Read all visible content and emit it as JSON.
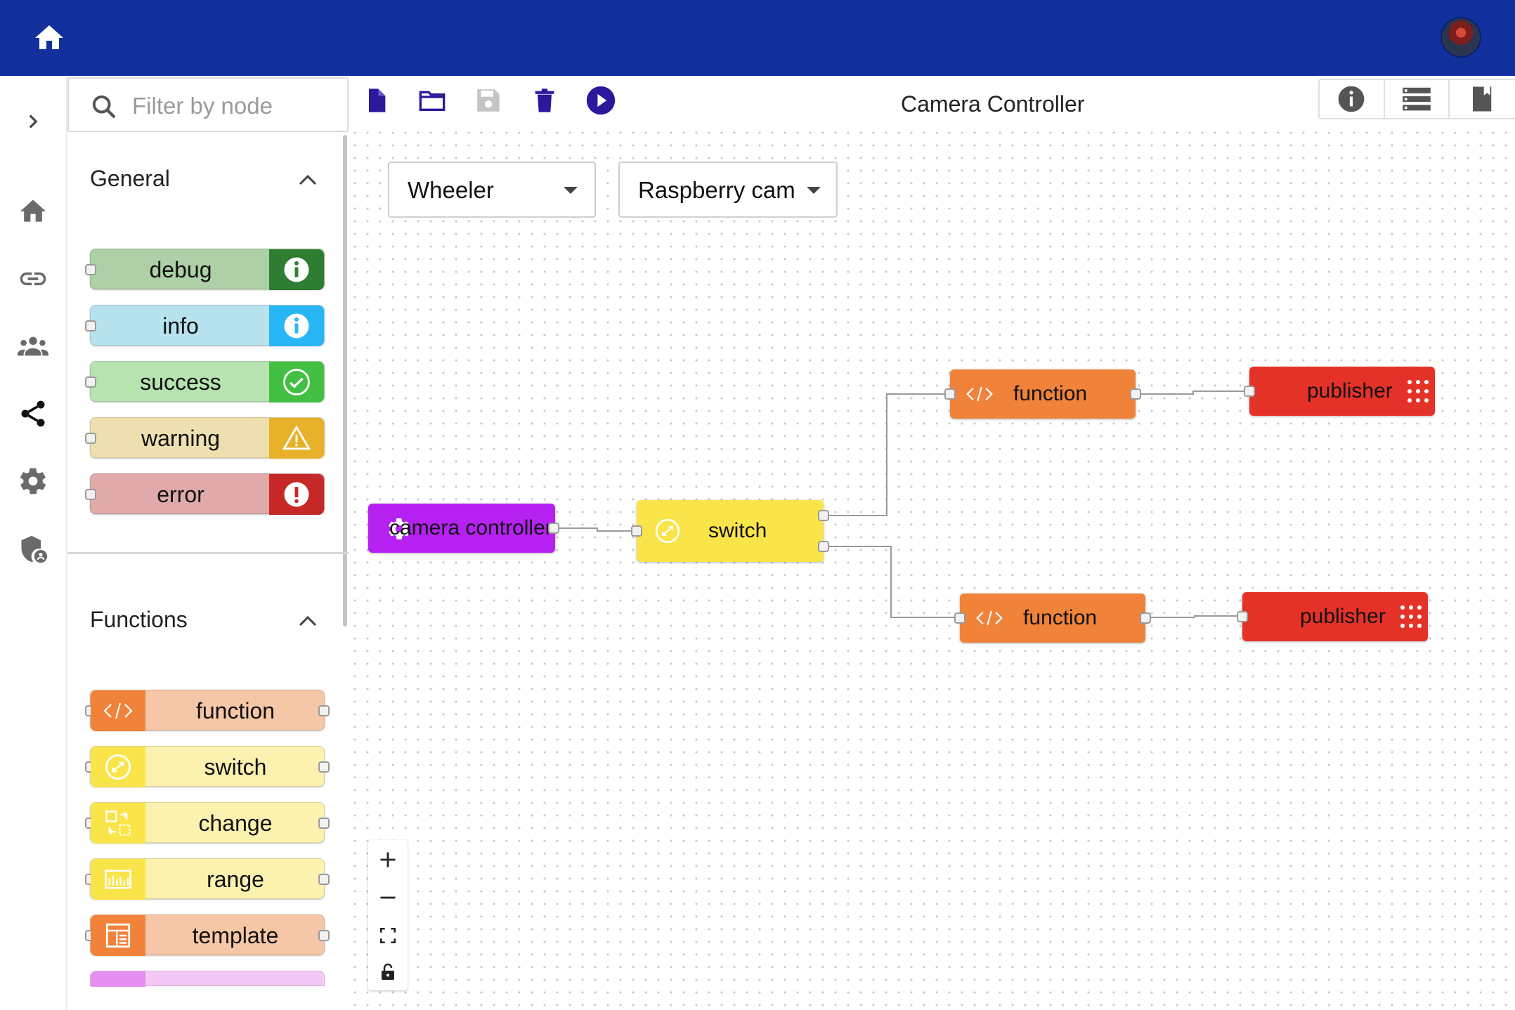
{
  "icons": {
    "appbar_home": "home-icon",
    "expand": "chevron-right-icon",
    "nav": [
      "home-icon",
      "link-icon",
      "group-icon",
      "share-icon",
      "gear-icon",
      "shield-user-icon"
    ]
  },
  "colors": {
    "appbar": "#11309c",
    "toolbar_icon": "#2a1a9b",
    "debug": "#2e7d32",
    "info": "#29b6f6",
    "success": "#43c043",
    "warning": "#e7b12a",
    "error": "#c62828",
    "function": "#f0823a",
    "switch": "#f9e44a",
    "publisher": "#e53228",
    "camera_controller": "#b521f0"
  },
  "palette": {
    "search_placeholder": "Filter by node",
    "general": {
      "title": "General",
      "items": [
        {
          "label": "debug",
          "icon": "info-icon"
        },
        {
          "label": "info",
          "icon": "info-icon"
        },
        {
          "label": "success",
          "icon": "check-circle-icon"
        },
        {
          "label": "warning",
          "icon": "warning-icon"
        },
        {
          "label": "error",
          "icon": "error-icon"
        }
      ]
    },
    "functions": {
      "title": "Functions",
      "items": [
        {
          "label": "function",
          "icon": "code-icon"
        },
        {
          "label": "switch",
          "icon": "switch-icon"
        },
        {
          "label": "change",
          "icon": "change-icon"
        },
        {
          "label": "range",
          "icon": "range-icon"
        },
        {
          "label": "template",
          "icon": "template-icon"
        }
      ]
    }
  },
  "toolbar": {
    "icons": [
      "new-file-icon",
      "open-folder-icon",
      "save-icon",
      "delete-icon",
      "play-icon"
    ],
    "flow_title": "Camera Controller",
    "right_icons": [
      "info-icon",
      "list-icon",
      "book-icon"
    ]
  },
  "selects": {
    "robot": "Wheeler",
    "camera": "Raspberry cam"
  },
  "flow": {
    "nodes": [
      {
        "label": "camera controller",
        "icon": "gear-icon"
      },
      {
        "label": "switch",
        "icon": "switch-icon"
      },
      {
        "label": "function",
        "icon": "code-icon"
      },
      {
        "label": "publisher",
        "icon": "grid-icon"
      },
      {
        "label": "function",
        "icon": "code-icon"
      },
      {
        "label": "publisher",
        "icon": "grid-icon"
      }
    ]
  },
  "zoom_controls": [
    "zoom-in-icon",
    "zoom-out-icon",
    "fit-view-icon",
    "lock-icon"
  ]
}
